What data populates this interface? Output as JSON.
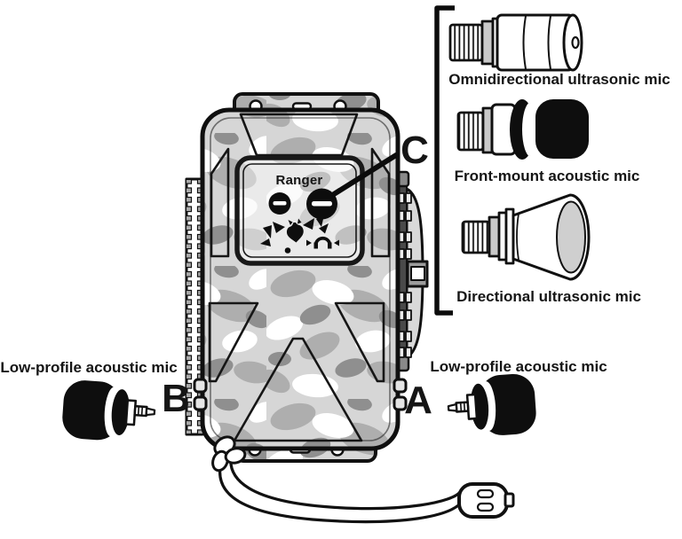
{
  "device": {
    "brand_label": "Ranger"
  },
  "callouts": {
    "a": "A",
    "b": "B",
    "c": "C"
  },
  "mic_options": {
    "omnidirectional_label": "Omnidirectional ultrasonic mic",
    "front_mount_label": "Front-mount acoustic mic",
    "directional_label": "Directional ultrasonic mic"
  },
  "side_mics": {
    "left_label": "Low-profile acoustic mic",
    "right_label": "Low-profile acoustic mic"
  },
  "icons": {
    "bat_logo": "bat-logo-icon",
    "headphones": "headphones-icon"
  },
  "colors": {
    "ink": "#111111",
    "background": "#ffffff",
    "camo_base": "#d6d6d6",
    "camo_mid": "#aeaeae",
    "camo_dark": "#8f8f8f",
    "camo_white": "#ffffff",
    "black_foam": "#0e0e0e",
    "collar_gray": "#c9c9c9",
    "horn_inner_gray": "#cfcfcf"
  }
}
